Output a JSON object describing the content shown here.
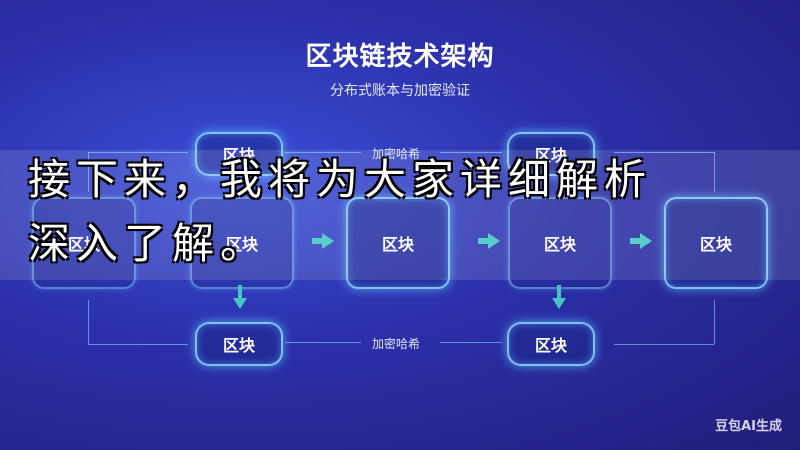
{
  "diagram": {
    "title": "区块链技术架构",
    "subtitle": "分布式账本与加密验证",
    "block_label": "区块",
    "hash_label": "加密哈希"
  },
  "caption": {
    "line1": "接下来，我将为大家详细解析",
    "line2": "深入了解。"
  },
  "watermark": "豆包AI生成",
  "colors": {
    "accent_arrow": "#43c6c3",
    "block_border": "#8cd2ff"
  }
}
